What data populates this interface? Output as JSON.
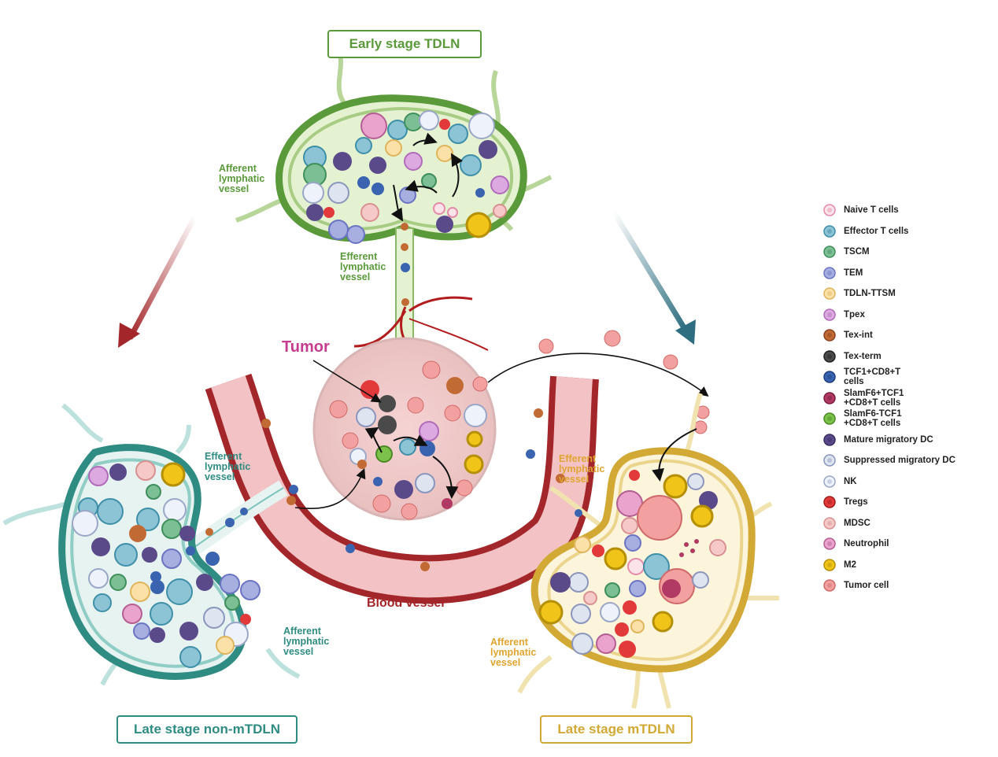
{
  "stages": {
    "early": "Early stage TDLN",
    "late_non_m": "Late stage non-mTDLN",
    "late_m": "Late stage mTDLN"
  },
  "labels": {
    "tumor": "Tumor",
    "blood_vessel": "Blood vessel",
    "afferent_top": "Afferent\nlymphatic\nvessel",
    "efferent_top": "Efferent\nlymphatic\nvessel",
    "efferent_left": "Efferent\nlymphatic\nvessel",
    "afferent_left": "Afferent\nlymphatic\nvessel",
    "efferent_right": "Efferent\nlymphatic\nvessel",
    "afferent_right": "Afferent\nlymphatic\nvessel"
  },
  "legend": [
    {
      "label": "Naive T cells",
      "icon": "naive-t-cell-icon",
      "color": "#fbe3ea",
      "edge": "#e48aa8"
    },
    {
      "label": "Effector T cells",
      "icon": "effector-t-cell-icon",
      "color": "#8cc4d6",
      "edge": "#3f8fa8"
    },
    {
      "label": "TSCM",
      "icon": "tscm-icon",
      "color": "#7dbf94",
      "edge": "#3f8f5c"
    },
    {
      "label": "TEM",
      "icon": "tem-icon",
      "color": "#a7aee0",
      "edge": "#6b74c2"
    },
    {
      "label": "TDLN-TTSM",
      "icon": "tdln-ttsm-icon",
      "color": "#fbe1a8",
      "edge": "#e0b45a"
    },
    {
      "label": "Tpex",
      "icon": "tpex-icon",
      "color": "#dca9e0",
      "edge": "#b06cba"
    },
    {
      "label": "Tex-int",
      "icon": "tex-int-icon",
      "color": "#c26a34",
      "edge": "#8a4520"
    },
    {
      "label": "Tex-term",
      "icon": "tex-term-icon",
      "color": "#4a4a4a",
      "edge": "#222222"
    },
    {
      "label": "TCF1+CD8+T\ncells",
      "icon": "tcf1-cd8-t-cell-icon",
      "color": "#3a63b0",
      "edge": "#1d3d7e"
    },
    {
      "label": "SlamF6+TCF1\n+CD8+T cells",
      "icon": "slamf6-pos-tcf1-cd8-icon",
      "color": "#b03a64",
      "edge": "#7a1d3f"
    },
    {
      "label": "SlamF6-TCF1\n+CD8+T cells",
      "icon": "slamf6-neg-tcf1-cd8-icon",
      "color": "#7cc24a",
      "edge": "#4c8a26"
    },
    {
      "label": "Mature migratory DC",
      "icon": "mature-migratory-dc-icon",
      "color": "#5a4a8a",
      "edge": "#3a2d63"
    },
    {
      "label": "Suppressed migratory DC",
      "icon": "suppressed-migratory-dc-icon",
      "color": "#dfe4f1",
      "edge": "#8a96bb"
    },
    {
      "label": "NK",
      "icon": "nk-icon",
      "color": "#eef2fa",
      "edge": "#9aa7c7"
    },
    {
      "label": "Tregs",
      "icon": "tregs-icon",
      "color": "#e23a3a",
      "edge": "#a01c1c"
    },
    {
      "label": "MDSC",
      "icon": "mdsc-icon",
      "color": "#f6c9c9",
      "edge": "#d89090"
    },
    {
      "label": "Neutrophil",
      "icon": "neutrophil-icon",
      "color": "#e9a3cc",
      "edge": "#b45e94"
    },
    {
      "label": "M2",
      "icon": "m2-icon",
      "color": "#f0c419",
      "edge": "#b58f05"
    },
    {
      "label": "Tumor cell",
      "icon": "tumor-cell-icon",
      "color": "#f2a0a0",
      "edge": "#d06a6a"
    }
  ],
  "colors": {
    "early": "#5a9a3a",
    "late_non_m": "#2f8c82",
    "late_m": "#d2a935",
    "tumor_label": "#c63c8e",
    "blood_label": "#a3262a",
    "arrow_left": "#a3262a",
    "arrow_right": "#2e6e80"
  }
}
